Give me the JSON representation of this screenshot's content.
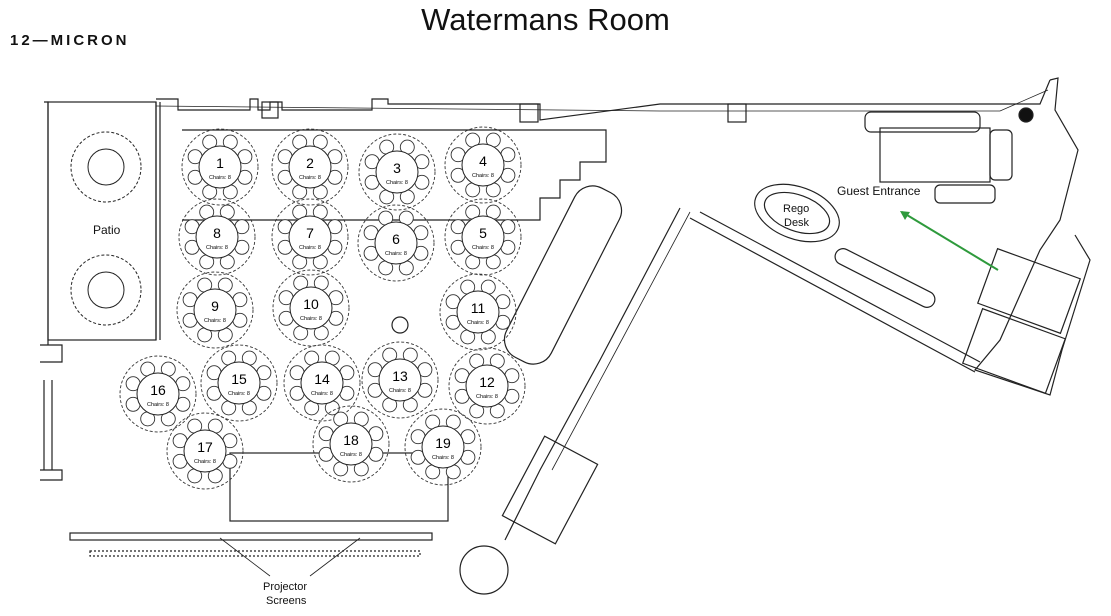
{
  "title": "Watermans Room",
  "brand": "12—MICRON",
  "areas": {
    "patio": "Patio",
    "rego": [
      "Rego",
      "Desk"
    ],
    "guest_entrance": "Guest Entrance",
    "projector": [
      "Projector",
      "Screens"
    ]
  },
  "chairs_label": "Chairs: 8",
  "tables": [
    "1",
    "2",
    "3",
    "4",
    "5",
    "6",
    "7",
    "8",
    "9",
    "10",
    "11",
    "12",
    "13",
    "14",
    "15",
    "16",
    "17",
    "18",
    "19"
  ],
  "arrow_color": "#2e9a3c"
}
